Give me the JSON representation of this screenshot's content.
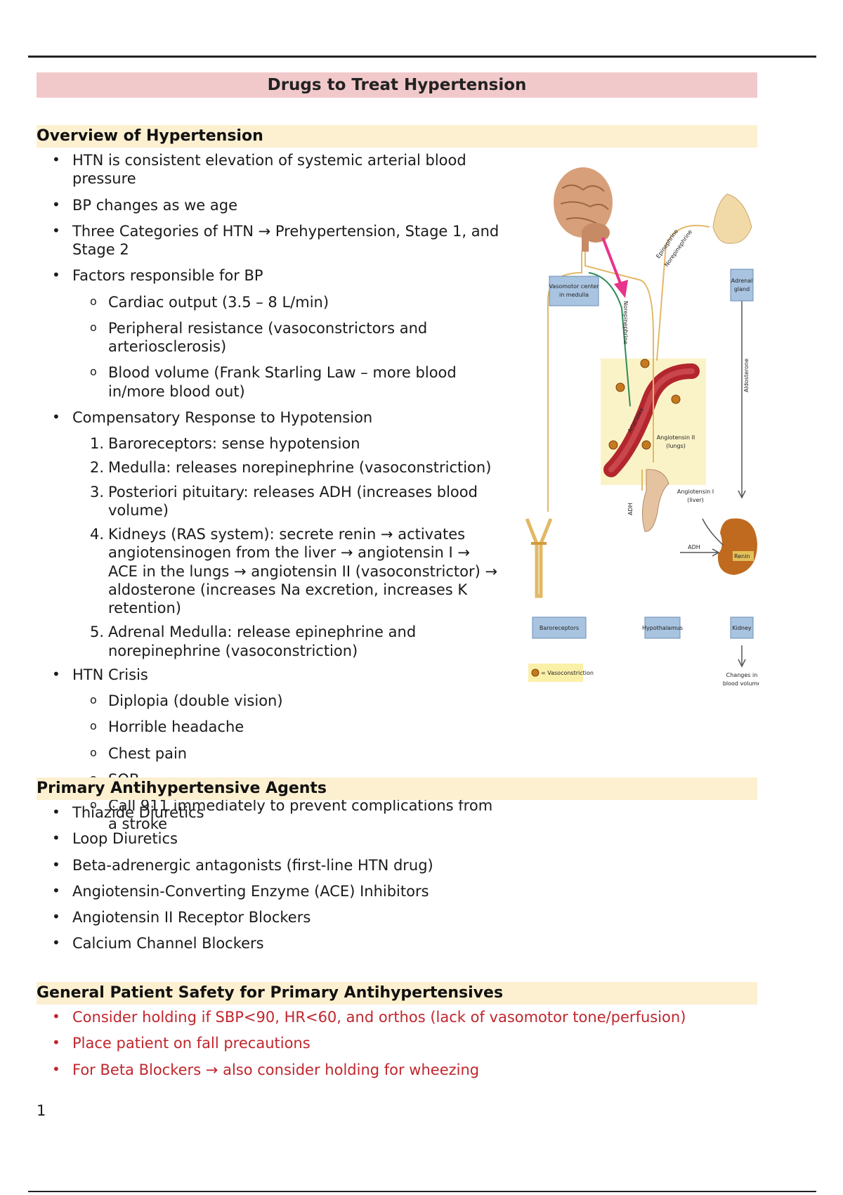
{
  "title": "Drugs to Treat Hypertension",
  "sections": {
    "overview": {
      "heading": "Overview of Hypertension",
      "items": [
        "HTN is consistent elevation of systemic arterial blood pressure",
        "BP changes as we age",
        "Three Categories of HTN → Prehypertension, Stage 1, and Stage 2",
        "Factors responsible for BP",
        "Cardiac output (3.5 – 8 L/min)",
        "Peripheral resistance (vasoconstrictors and arteriosclerosis)",
        "Blood volume (Frank Starling Law – more blood in/more blood out)",
        "Compensatory Response to Hypotension",
        "Baroreceptors: sense hypotension",
        "Medulla: releases norepinephrine (vasoconstriction)",
        "Posteriori pituitary: releases ADH (increases blood volume)",
        "Kidneys (RAS system): secrete renin → activates angiotensinogen from the liver → angiotensin I → ACE in the lungs → angiotensin II (vasoconstrictor) → aldosterone (increases Na excretion, increases K retention)",
        "Adrenal Medulla: release epinephrine and norepinephrine (vasoconstriction)",
        "HTN Crisis",
        "Diplopia (double vision)",
        "Horrible headache",
        "Chest pain",
        "SOB",
        "Call 911 immediately to prevent complications from a stroke"
      ],
      "numbers": [
        "1.",
        "2.",
        "3.",
        "4.",
        "5."
      ]
    },
    "agents": {
      "heading": "Primary Antihypertensive Agents",
      "items": [
        "Thiazide Diuretics",
        "Loop Diuretics",
        "Beta-adrenergic antagonists (first-line HTN drug)",
        "Angiotensin-Converting Enzyme (ACE) Inhibitors",
        "Angiotensin II Receptor Blockers",
        "Calcium Channel Blockers"
      ]
    },
    "safety": {
      "heading": "General Patient Safety for Primary Antihypertensives",
      "items": [
        "Consider holding if SBP<90, HR<60, and orthos (lack of vasomotor tone/perfusion)",
        "Place patient on fall precautions",
        "For Beta Blockers → also consider holding for wheezing"
      ]
    }
  },
  "figure": {
    "labels": {
      "vasomotor_1": "Vasomotor center",
      "vasomotor_2": "in medulla",
      "adrenal_1": "Adrenal",
      "adrenal_2": "gland",
      "epinephrine": "Epinephrine",
      "norepinephrine": "Norepinephrine",
      "nerve": "Norepinephrine",
      "arterioles": "Arterioles",
      "angiotensin_ii_1": "Angiotensin II",
      "angiotensin_ii_2": "(lungs)",
      "angiotensin_i_1": "Angiotensin I",
      "angiotensin_i_2": "(liver)",
      "aldosterone": "Aldosterone",
      "adh_vertical": "ADH",
      "adh_horizontal": "ADH",
      "renin": "Renin",
      "baroreceptors": "Baroreceptors",
      "hypothalamus": "Hypothalamus",
      "kidney": "Kidney",
      "legend": "= Vasoconstriction",
      "volume_1": "Changes in",
      "volume_2": "blood volume"
    },
    "colors": {
      "box": "#a9c4e0",
      "highlight": "#fbf3c8",
      "vessel": "#b3262e",
      "pink_arrow": "#e8348a",
      "nerve": "#2e8b57",
      "brain": "#d7a07a",
      "kidney": "#c06a1f"
    }
  },
  "page_number": "1"
}
